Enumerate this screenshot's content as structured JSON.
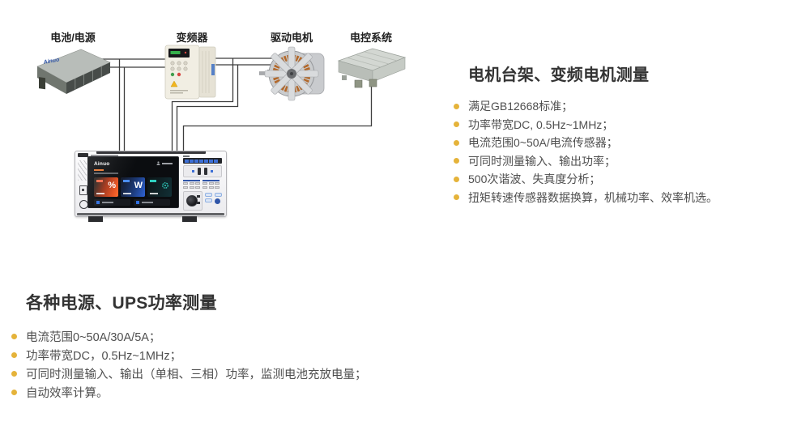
{
  "brand": "Ainuo",
  "colors": {
    "bullet": "#E5B33A",
    "heading": "#333333",
    "body": "#4F4F4F",
    "wire": "#3C3C3C",
    "brand_blue": "#2F55A8"
  },
  "diagram": {
    "devices": [
      {
        "label": "电池/电源"
      },
      {
        "label": "变频器"
      },
      {
        "label": "驱动电机"
      },
      {
        "label": "电控系统"
      }
    ],
    "analyzer": {
      "screen_symbols": [
        "%",
        "W"
      ]
    }
  },
  "sections": [
    {
      "title": "电机台架、变频电机测量",
      "items": [
        "满足GB12668标准；",
        "功率带宽DC, 0.5Hz~1MHz；",
        "电流范围0~50A/电流传感器；",
        "可同时测量输入、输出功率；",
        "500次谐波、失真度分析；",
        "扭矩转速传感器数据换算，机械功率、效率机选。"
      ]
    },
    {
      "title": "各种电源、UPS功率测量",
      "items": [
        "电流范围0~50A/30A/5A；",
        "功率带宽DC，0.5Hz~1MHz；",
        "可同时测量输入、输出（单相、三相）功率，监测电池充放电量；",
        "自动效率计算。"
      ]
    }
  ]
}
